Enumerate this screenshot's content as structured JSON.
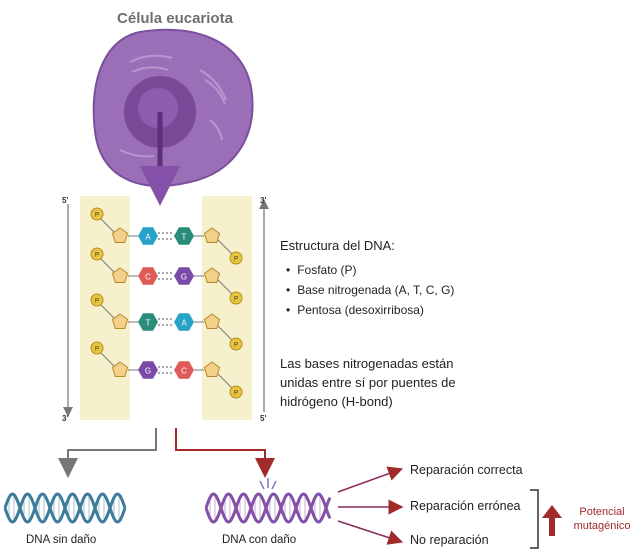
{
  "cell": {
    "title": "Célula eucariota"
  },
  "strand_labels": {
    "left_top": "5'",
    "left_bottom": "3'",
    "right_top": "3'",
    "right_bottom": "5'"
  },
  "dna_structure": {
    "title": "Estructura del DNA:",
    "components": [
      "Fosfato (P)",
      "Base nitrogenada (A, T, C, G)",
      "Pentosa (desoxirribosa)"
    ],
    "note": "Las bases nitrogenadas están unidas entre sí por puentes de hidrógeno (H-bond)",
    "phosphate_label": "P",
    "pairs": [
      {
        "left": "A",
        "right": "T"
      },
      {
        "left": "C",
        "right": "G"
      },
      {
        "left": "T",
        "right": "A"
      },
      {
        "left": "G",
        "right": "C"
      }
    ],
    "base_colors": {
      "A": "#27a3c9",
      "T": "#2a8c7a",
      "C": "#e05a5a",
      "G": "#7a4aa8"
    }
  },
  "outcomes": {
    "undamaged_label": "DNA sin daño",
    "damaged_label": "DNA con daño",
    "repairs": [
      "Reparación correcta",
      "Reparación errónea",
      "No reparación"
    ],
    "potential_label": "Potencial mutagénico"
  },
  "colors": {
    "cell": "#8a5aa6",
    "nucleus": "#6e3f8c",
    "undamaged_dna": "#3d7c99",
    "damaged_dna": "#8450a8",
    "arrow_gray": "#777777",
    "arrow_red": "#a12a2a",
    "backbone_bg": "#f4f0c8"
  }
}
